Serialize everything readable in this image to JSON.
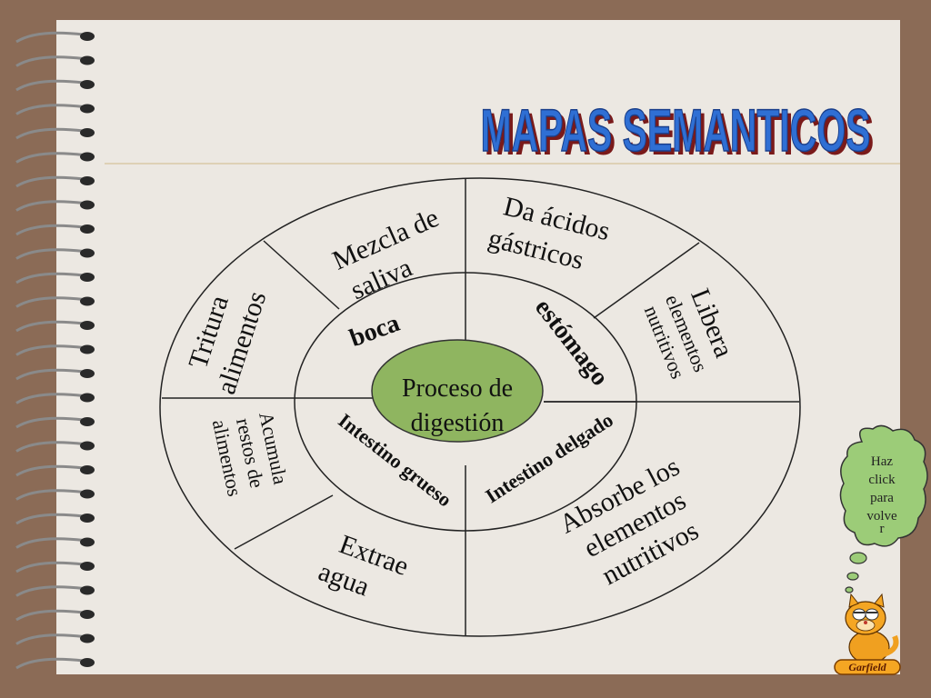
{
  "title": "MAPAS SEMANTICOS",
  "center": {
    "line1": "Proceso de",
    "line2": "digestión"
  },
  "organs": {
    "boca": "boca",
    "estomago": "estómago",
    "intestino_grueso": "Intestino grueso",
    "intestino_delgado": "Intestino delgado"
  },
  "functions": {
    "mezcla": {
      "line1": "Mezcla de",
      "line2": "saliva"
    },
    "acidos": {
      "line1": "Da ácidos",
      "line2": "gástricos"
    },
    "tritura": {
      "line1": "Tritura",
      "line2": "alimentos"
    },
    "libera": {
      "line1": "Libera",
      "line2": "elementos",
      "line3": "nutritivos"
    },
    "acumula": {
      "line1": "Acumula",
      "line2": "restos de",
      "line3": "alimentos"
    },
    "extrae": {
      "line1": "Extrae",
      "line2": "agua"
    },
    "absorbe": {
      "line1": "Absorbe los",
      "line2": "elementos",
      "line3": "nutritivos"
    }
  },
  "back_button": {
    "line1": "Haz",
    "line2": "click",
    "line3": "para",
    "line4": "volve",
    "line5": "r"
  },
  "logo_text": "Garfield",
  "colors": {
    "center_fill": "#8fb560",
    "title_blue": "#2f6fd4",
    "page": "#ece8e2"
  }
}
